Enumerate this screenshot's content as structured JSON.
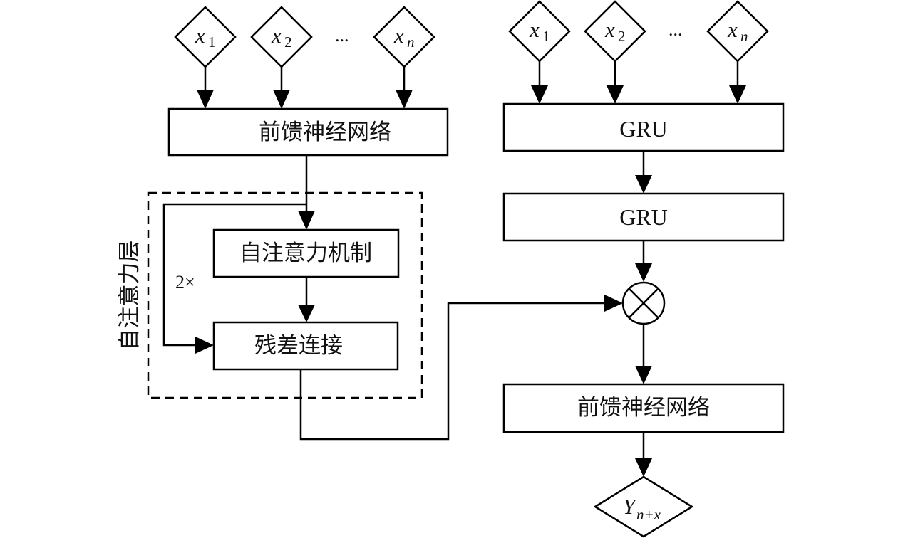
{
  "left_branch": {
    "inputs": [
      {
        "var": "x",
        "sub": "1"
      },
      {
        "var": "x",
        "sub": "2"
      },
      {
        "var": "x",
        "sub": "n"
      }
    ],
    "ellipsis": "...",
    "ffn_label": "前馈神经网络",
    "attention_layer": {
      "group_label": "自注意力层",
      "repeat_label": "2×",
      "self_attention_label": "自注意力机制",
      "residual_label": "残差连接"
    }
  },
  "right_branch": {
    "inputs": [
      {
        "var": "x",
        "sub": "1"
      },
      {
        "var": "x",
        "sub": "2"
      },
      {
        "var": "x",
        "sub": "n"
      }
    ],
    "ellipsis": "...",
    "gru1_label": "GRU",
    "gru2_label": "GRU",
    "multiply_symbol": "⊗",
    "ffn_label": "前馈神经网络",
    "output": {
      "var": "Y",
      "sub": "n+x"
    }
  }
}
